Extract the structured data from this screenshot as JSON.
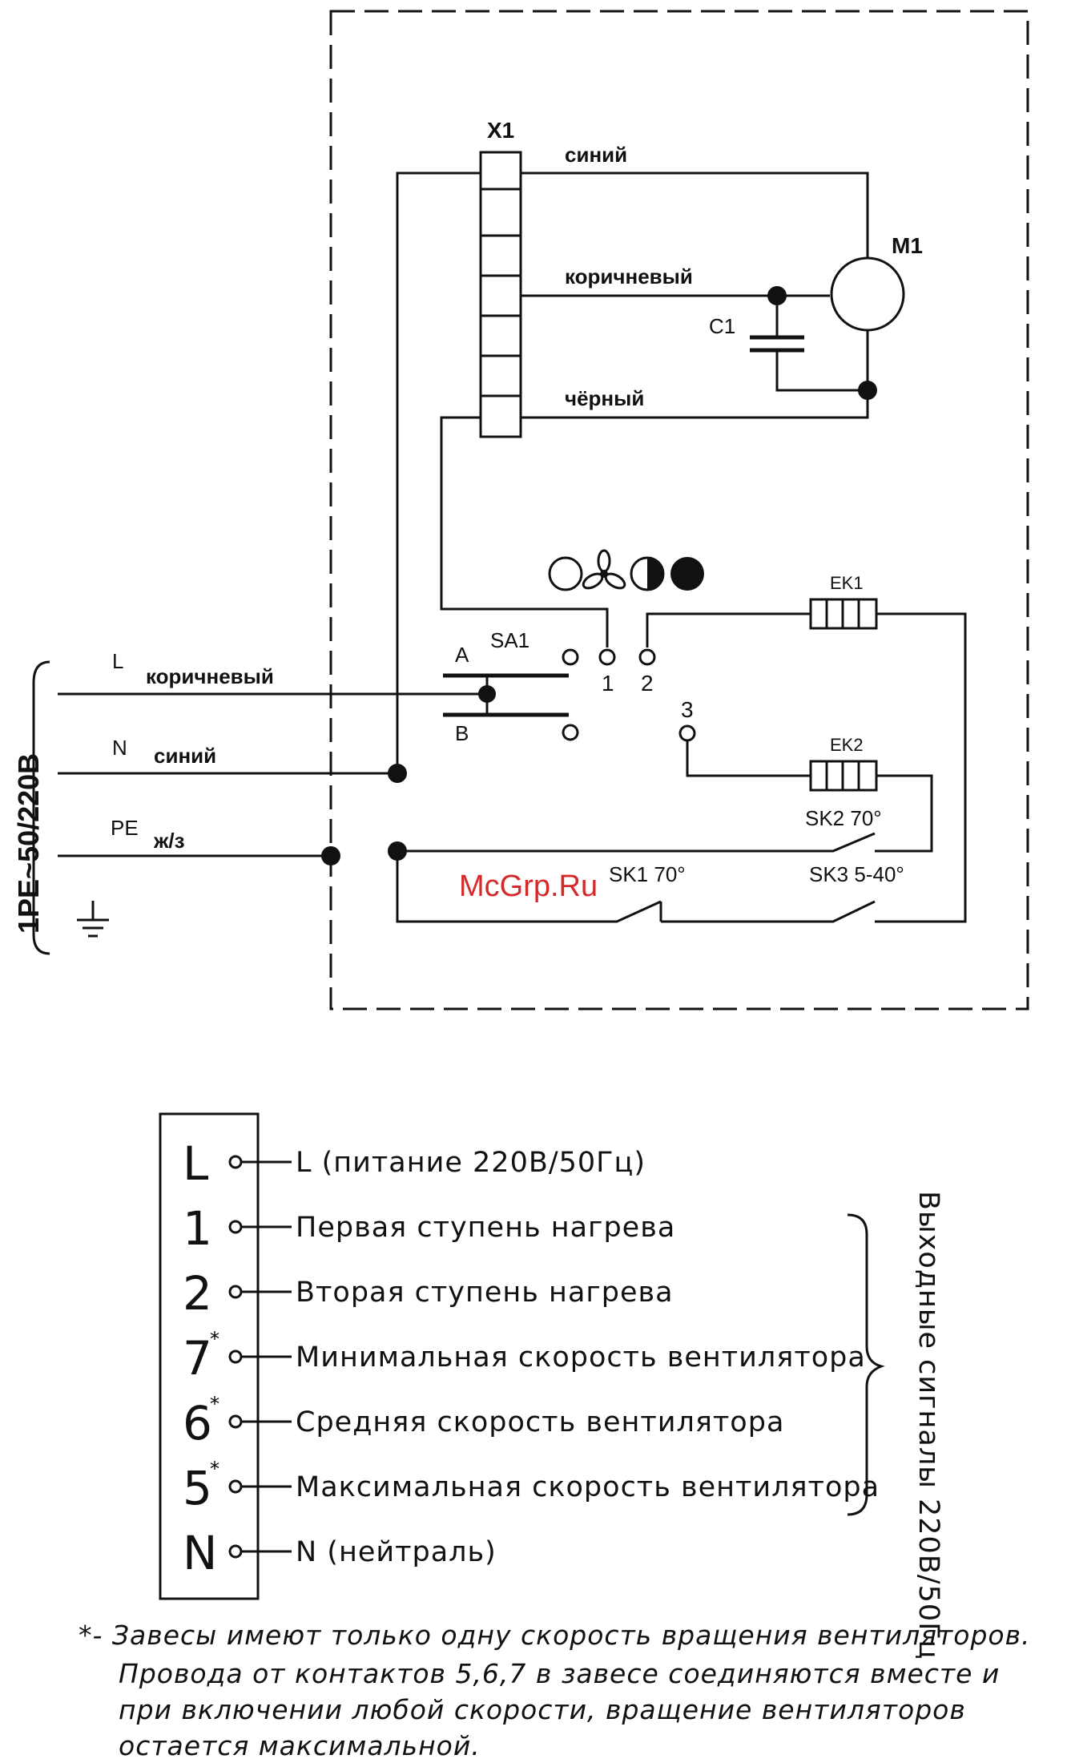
{
  "top": {
    "terminal_block": "X1",
    "wire_top": "синий",
    "wire_mid": "коричневый",
    "wire_bottom": "чёрный",
    "motor": "M1",
    "capacitor": "C1",
    "switch": "SA1",
    "switch_contact_a": "A",
    "switch_contact_b": "B",
    "pos_1": "1",
    "pos_2": "2",
    "pos_3": "3",
    "heater_1": "EK1",
    "heater_2": "EK2",
    "thermo_sk2": "SK2 70°",
    "thermo_sk1": "SK1 70°",
    "thermo_sk3": "SK3 5-40°",
    "watermark": "McGrp.Ru",
    "supply_label": "1PE~50/220В",
    "line_L": "L",
    "line_L_color": "коричневый",
    "line_N": "N",
    "line_N_color": "синий",
    "line_PE": "PE",
    "line_PE_color": "ж/з"
  },
  "terminals": [
    {
      "label": "L",
      "sup": "",
      "desc": "L (питание 220В/50Гц)"
    },
    {
      "label": "1",
      "sup": "",
      "desc": "Первая ступень нагрева"
    },
    {
      "label": "2",
      "sup": "",
      "desc": "Вторая ступень нагрева"
    },
    {
      "label": "7",
      "sup": "*",
      "desc": "Минимальная скорость вентилятора"
    },
    {
      "label": "6",
      "sup": "*",
      "desc": "Средняя скорость вентилятора"
    },
    {
      "label": "5",
      "sup": "*",
      "desc": "Максимальная скорость вентилятора"
    },
    {
      "label": "N",
      "sup": "",
      "desc": "N (нейтраль)"
    }
  ],
  "outputs_label": "Выходные сигналы 220В/50Гц",
  "footnote": [
    "*- Завесы имеют только одну скорость вращения вентиляторов.",
    "Провода от контактов 5,6,7 в завесе соединяются вместе и",
    "при включении любой скорости, вращение вентиляторов",
    "остается максимальной."
  ],
  "colors": {
    "ink": "#111111",
    "watermark": "#d42a2a"
  }
}
